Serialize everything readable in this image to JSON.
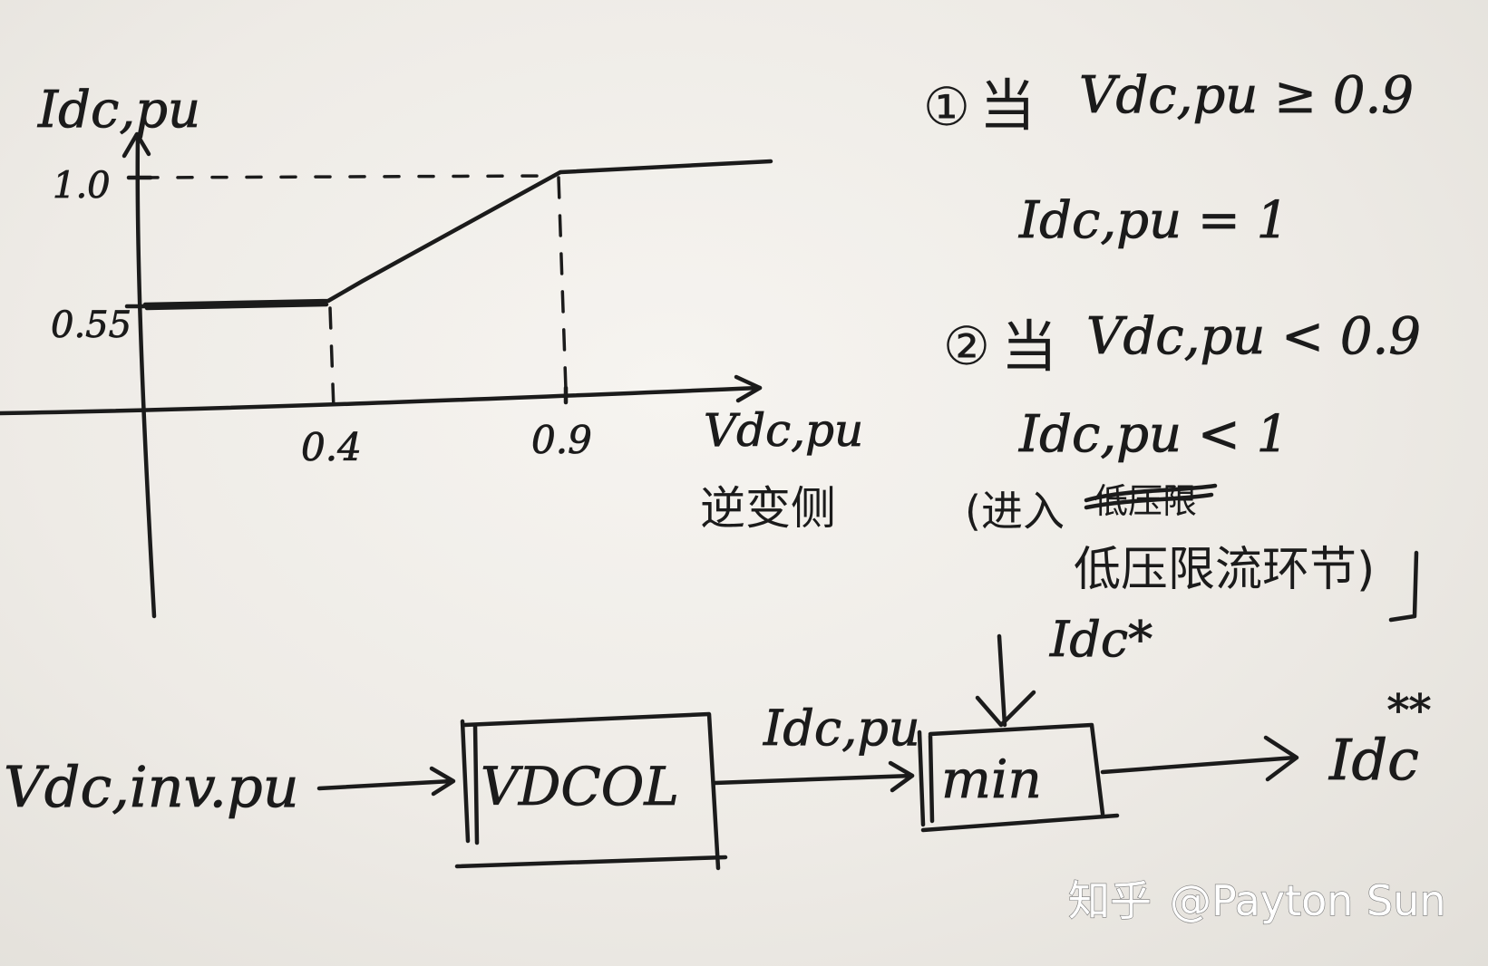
{
  "graph": {
    "y_axis_label": "Idc,pu",
    "x_axis_label": "Vdc,pu",
    "x_axis_note": "逆变侧",
    "y_ticks": [
      "1.0",
      "0.55"
    ],
    "x_ticks": [
      "0.4",
      "0.9"
    ]
  },
  "chart_data": {
    "type": "line",
    "x": [
      0,
      0.4,
      0.9,
      1.1
    ],
    "y": [
      0.55,
      0.55,
      1.0,
      1.0
    ],
    "xlabel": "Vdc,pu",
    "ylabel": "Idc,pu"
  },
  "notes": {
    "rule1": {
      "marker": "①",
      "condition_cn": "当",
      "condition": "Vdc,pu ≥ 0.9",
      "result": "Idc,pu = 1"
    },
    "rule2": {
      "marker": "②",
      "condition_cn": "当",
      "condition": "Vdc,pu < 0.9",
      "result": "Idc,pu < 1",
      "paren_open": "(进入",
      "struck": "低压限",
      "paren_body": "低压限流环节)"
    }
  },
  "block_diagram": {
    "input_label": "Vdc,inv.pu",
    "vdcol_label": "VDCOL",
    "mid_signal": "Idc,pu",
    "ref_signal": "Idc*",
    "min_label": "min",
    "output_label": "Idc",
    "output_superscript": "**"
  },
  "watermark": {
    "site": "知乎",
    "author": "@Payton Sun"
  }
}
